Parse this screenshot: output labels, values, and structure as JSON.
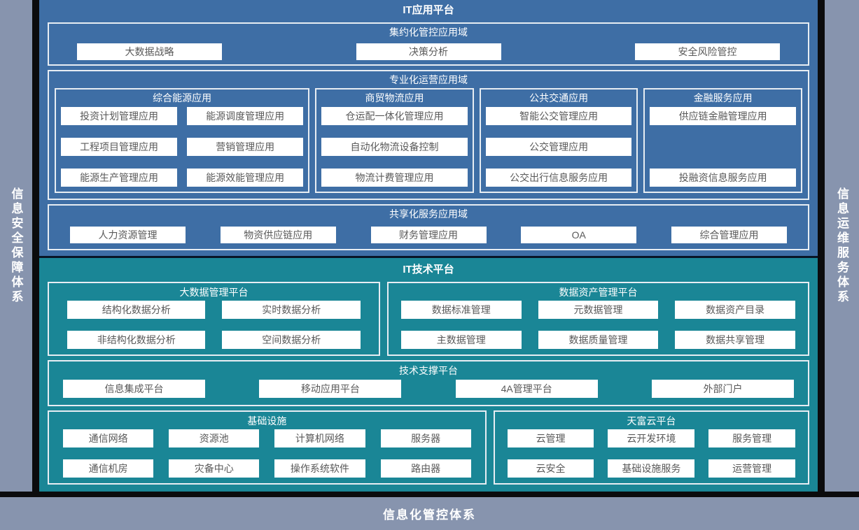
{
  "frame": {
    "left_bar": "信息安全保障体系",
    "right_bar": "信息运维服务体系",
    "bottom_bar": "信息化管控体系"
  },
  "app_platform": {
    "title": "IT应用平台",
    "intensive": {
      "title": "集约化管控应用域",
      "items": [
        "大数据战略",
        "决策分析",
        "安全风险管控"
      ]
    },
    "professional": {
      "title": "专业化运营应用域",
      "groups": [
        {
          "title": "综合能源应用",
          "items": [
            "投资计划管理应用",
            "能源调度管理应用",
            "工程项目管理应用",
            "营销管理应用",
            "能源生产管理应用",
            "能源效能管理应用"
          ]
        },
        {
          "title": "商贸物流应用",
          "items": [
            "仓运配一体化管理应用",
            "自动化物流设备控制",
            "物流计费管理应用"
          ]
        },
        {
          "title": "公共交通应用",
          "items": [
            "智能公交管理应用",
            "公交管理应用",
            "公交出行信息服务应用"
          ]
        },
        {
          "title": "金融服务应用",
          "items": [
            "供应链金融管理应用",
            "投融资信息服务应用"
          ]
        }
      ]
    },
    "shared": {
      "title": "共享化服务应用域",
      "items": [
        "人力资源管理",
        "物资供应链应用",
        "财务管理应用",
        "OA",
        "综合管理应用"
      ]
    }
  },
  "tech_platform": {
    "title": "IT技术平台",
    "bigdata": {
      "title": "大数据管理平台",
      "items": [
        "结构化数据分析",
        "实时数据分析",
        "非结构化数据分析",
        "空间数据分析"
      ]
    },
    "data_asset": {
      "title": "数据资产管理平台",
      "items": [
        "数据标准管理",
        "元数据管理",
        "数据资产目录",
        "主数据管理",
        "数据质量管理",
        "数据共享管理"
      ]
    },
    "tech_support": {
      "title": "技术支撑平台",
      "items": [
        "信息集成平台",
        "移动应用平台",
        "4A管理平台",
        "外部门户"
      ]
    },
    "infrastructure": {
      "title": "基础设施",
      "items": [
        "通信网络",
        "资源池",
        "计算机网络",
        "服务器",
        "通信机房",
        "灾备中心",
        "操作系统软件",
        "路由器"
      ]
    },
    "cloud": {
      "title": "天富云平台",
      "items": [
        "云管理",
        "云开发环境",
        "服务管理",
        "云安全",
        "基础设施服务",
        "运营管理"
      ]
    }
  },
  "colors": {
    "app_blue": "#3E6EA5",
    "tech_teal": "#1A8696",
    "frame_gray": "#8794AE",
    "divider_black": "#0B0B0D",
    "button_text": "#595959"
  }
}
